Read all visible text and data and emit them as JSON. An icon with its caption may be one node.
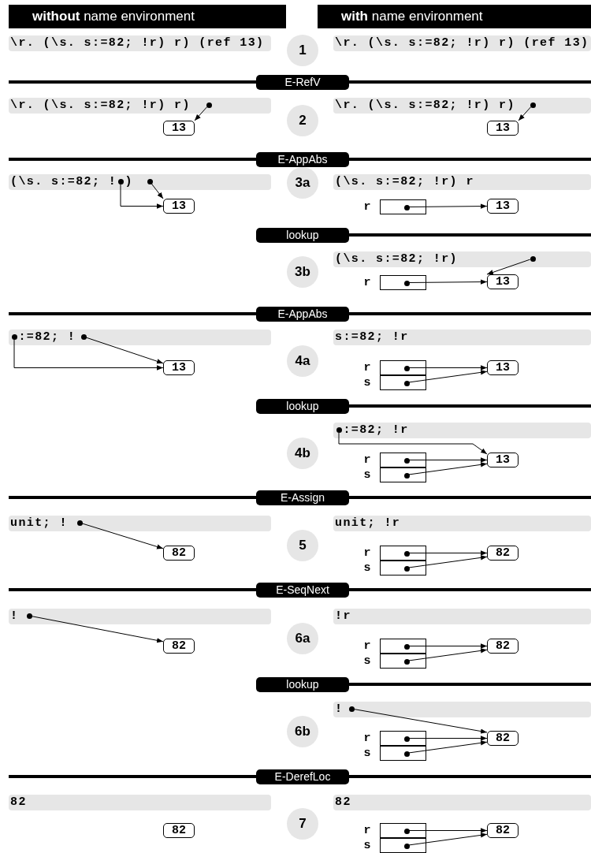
{
  "diagram": {
    "nodes": [
      {
        "text": [
          "**without** name environment"
        ]
      },
      {
        "text": [
          "**with** name environment"
        ]
      },
      {
        "text": [
          "\\r. (\\s. s:=82; !r) r) (ref 13)"
        ]
      },
      {
        "text": [
          "1"
        ]
      },
      {
        "text": [
          "\\r. (\\s. s:=82; !r) r) (ref 13)"
        ]
      },
      {
        "text": [
          "E-RefV"
        ]
      },
      {
        "text": [
          "\\r. (\\s. s:=82; !r) r)"
        ]
      },
      {
        "text": [],
        "shape": "circle",
        "in": 6
      },
      {
        "text": [
          "13"
        ]
      },
      {
        "text": [
          "2"
        ]
      },
      {
        "text": [
          "\\r. (\\s. s:=82; !r) r)"
        ]
      },
      {
        "text": [],
        "shape": "circle",
        "in": 10
      },
      {
        "text": [
          "13"
        ]
      },
      {
        "text": [
          "E-AppAbs"
        ]
      },
      {
        "text": [
          "(\\s. s:=82; ! )"
        ]
      },
      {
        "text": [],
        "shape": "circle",
        "in": 14
      },
      {
        "text": [],
        "shape": "circle",
        "in": 14
      },
      {
        "text": [
          "13"
        ]
      },
      {
        "text": [
          "3a"
        ]
      },
      {
        "text": [
          "(\\s. s:=82; !r) r"
        ]
      },
      {
        "text": [],
        "shape": "box",
        "beside": [
          "r"
        ]
      },
      {
        "text": [],
        "shape": "circle",
        "in": 20
      },
      {
        "text": [
          "13"
        ]
      },
      {
        "text": [
          "lookup"
        ]
      },
      {
        "text": [
          "3b"
        ]
      },
      {
        "text": [
          "(\\s. s:=82; !r)"
        ]
      },
      {
        "text": [],
        "shape": "circle",
        "in": 25
      },
      {
        "text": [],
        "shape": "box",
        "beside": [
          "r"
        ]
      },
      {
        "text": [],
        "shape": "circle",
        "in": 27
      },
      {
        "text": [
          "13"
        ]
      },
      {
        "text": [
          "E-AppAbs"
        ]
      },
      {
        "text": [
          ":=82; !"
        ]
      },
      {
        "text": [],
        "shape": "circle",
        "in": 31
      },
      {
        "text": [],
        "shape": "circle",
        "in": 31
      },
      {
        "text": [
          "13"
        ]
      },
      {
        "text": [
          "4a"
        ]
      },
      {
        "text": [
          "s:=82; !r"
        ]
      },
      {
        "text": [],
        "shape": "box",
        "beside": [
          "r"
        ]
      },
      {
        "text": [],
        "shape": "circle",
        "in": 37
      },
      {
        "text": [],
        "shape": "box",
        "beside": [
          "s"
        ]
      },
      {
        "text": [],
        "shape": "circle",
        "in": 39
      },
      {
        "text": [
          "13"
        ]
      },
      {
        "text": [
          "lookup"
        ]
      },
      {
        "text": [
          "4b"
        ]
      },
      {
        "text": [
          ":=82; !r"
        ]
      },
      {
        "text": [],
        "shape": "circle",
        "in": 44
      },
      {
        "text": [],
        "shape": "box",
        "beside": [
          "r"
        ]
      },
      {
        "text": [],
        "shape": "circle",
        "in": 46
      },
      {
        "text": [],
        "shape": "box",
        "beside": [
          "s"
        ]
      },
      {
        "text": [],
        "shape": "circle",
        "in": 48
      },
      {
        "text": [
          "13"
        ]
      },
      {
        "text": [
          "E-Assign"
        ]
      },
      {
        "text": [
          "unit; !"
        ]
      },
      {
        "text": [],
        "shape": "circle",
        "in": 52
      },
      {
        "text": [
          "82"
        ]
      },
      {
        "text": [
          "5"
        ]
      },
      {
        "text": [
          "unit; !r"
        ]
      },
      {
        "text": [],
        "shape": "box",
        "beside": [
          "r"
        ]
      },
      {
        "text": [],
        "shape": "circle",
        "in": 57
      },
      {
        "text": [],
        "shape": "box",
        "beside": [
          "s"
        ]
      },
      {
        "text": [],
        "shape": "circle",
        "in": 59
      },
      {
        "text": [
          "82"
        ]
      },
      {
        "text": [
          "E-SeqNext"
        ]
      },
      {
        "text": [
          "!"
        ]
      },
      {
        "text": [],
        "shape": "circle",
        "in": 63
      },
      {
        "text": [
          "82"
        ]
      },
      {
        "text": [
          "6a"
        ]
      },
      {
        "text": [
          "!r"
        ]
      },
      {
        "text": [],
        "shape": "box",
        "beside": [
          "r"
        ]
      },
      {
        "text": [],
        "shape": "circle",
        "in": 68
      },
      {
        "text": [],
        "shape": "box",
        "beside": [
          "s"
        ]
      },
      {
        "text": [],
        "shape": "circle",
        "in": 70
      },
      {
        "text": [
          "82"
        ]
      },
      {
        "text": [
          "lookup"
        ]
      },
      {
        "text": [
          "6b"
        ]
      },
      {
        "text": [
          "!"
        ]
      },
      {
        "text": [],
        "shape": "circle",
        "in": 75
      },
      {
        "text": [],
        "shape": "box",
        "beside": [
          "r"
        ]
      },
      {
        "text": [],
        "shape": "circle",
        "in": 77
      },
      {
        "text": [],
        "shape": "box",
        "beside": [
          "s"
        ]
      },
      {
        "text": [],
        "shape": "circle",
        "in": 79
      },
      {
        "text": [
          "82"
        ]
      },
      {
        "text": [
          "E-DerefLoc"
        ]
      },
      {
        "text": [
          "82"
        ]
      },
      {
        "text": [
          "82"
        ]
      },
      {
        "text": [
          "7"
        ]
      },
      {
        "text": [
          "82"
        ]
      },
      {
        "text": [],
        "shape": "box",
        "beside": [
          "r"
        ]
      },
      {
        "text": [],
        "shape": "circle",
        "in": 87
      },
      {
        "text": [],
        "shape": "box",
        "beside": [
          "s"
        ]
      },
      {
        "text": [],
        "shape": "circle",
        "in": 89
      },
      {
        "text": [
          "82"
        ]
      }
    ],
    "edges": [
      {
        "from": 7,
        "to": 8,
        "arrow": "to"
      },
      {
        "from": 11,
        "to": 12,
        "arrow": "to"
      },
      {
        "from": 15,
        "to": 17,
        "arrow": "to"
      },
      {
        "from": 16,
        "to": 17,
        "arrow": "to"
      },
      {
        "from": 21,
        "to": 22,
        "arrow": "to"
      },
      {
        "from": 26,
        "to": 29,
        "arrow": "to"
      },
      {
        "from": 28,
        "to": 29,
        "arrow": "to"
      },
      {
        "from": 32,
        "to": 34,
        "arrow": "to"
      },
      {
        "from": 33,
        "to": 34,
        "arrow": "to"
      },
      {
        "from": 38,
        "to": 41,
        "arrow": "to"
      },
      {
        "from": 40,
        "to": 41,
        "arrow": "to"
      },
      {
        "from": 45,
        "to": 50,
        "arrow": "to"
      },
      {
        "from": 47,
        "to": 50,
        "arrow": "to"
      },
      {
        "from": 49,
        "to": 50,
        "arrow": "to"
      },
      {
        "from": 53,
        "to": 54,
        "arrow": "to"
      },
      {
        "from": 58,
        "to": 61,
        "arrow": "to"
      },
      {
        "from": 60,
        "to": 61,
        "arrow": "to"
      },
      {
        "from": 64,
        "to": 65,
        "arrow": "to"
      },
      {
        "from": 69,
        "to": 72,
        "arrow": "to"
      },
      {
        "from": 71,
        "to": 72,
        "arrow": "to"
      },
      {
        "from": 76,
        "to": 81,
        "arrow": "to"
      },
      {
        "from": 78,
        "to": 81,
        "arrow": "to"
      },
      {
        "from": 80,
        "to": 81,
        "arrow": "to"
      },
      {
        "from": 88,
        "to": 91,
        "arrow": "to"
      },
      {
        "from": 90,
        "to": 91,
        "arrow": "to"
      }
    ]
  }
}
